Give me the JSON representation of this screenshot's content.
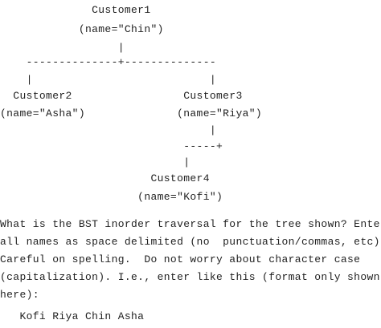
{
  "diagram": {
    "lines": [
      "              Customer1",
      "            (name=\"Chin\")",
      "                  |",
      "    --------------+--------------",
      "    |                           |",
      "  Customer2                 Customer3",
      "(name=\"Asha\")              (name=\"Riya\")",
      "                                |",
      "                            -----+",
      "                            |",
      "                       Customer4",
      "                     (name=\"Kofi\")"
    ]
  },
  "question": {
    "lines": [
      "What is the BST inorder traversal for the tree shown? Enter",
      "all names as space delimited (no  punctuation/commas, etc).",
      "Careful on spelling.  Do not worry about character case",
      "(capitalization). I.e., enter like this (format only shown",
      "here):"
    ]
  },
  "example_answer": "   Kofi Riya Chin Asha"
}
